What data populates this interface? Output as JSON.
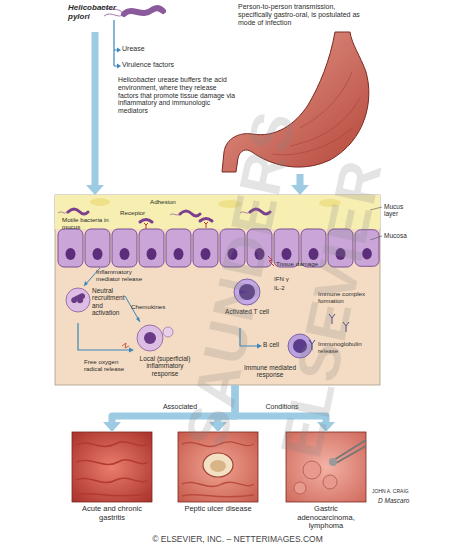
{
  "diagram": {
    "nodes": [
      {
        "text": [
          "Helicobacter pylori"
        ]
      },
      {
        "text": [
          "Person-to-person transmission, specifically gastro-oral, is postulated as mode of infection"
        ]
      },
      {
        "text": [
          "Mucus layer",
          "Mucosa"
        ]
      },
      {
        "text": [
          "Neutral recruitment and activation"
        ],
        "in": 2
      },
      {
        "text": [
          "Local (superficial) inflammatory response"
        ],
        "in": 2
      },
      {
        "text": [
          "Activated T cell"
        ],
        "in": 2
      },
      {
        "text": [
          "B cell"
        ],
        "in": 2
      },
      {
        "text": [
          "Acute and chronic gastritis"
        ]
      },
      {
        "text": [
          "Peptic ulcer disease"
        ]
      },
      {
        "text": [
          "Gastric adenocarcinoma, lymphoma"
        ]
      }
    ],
    "edges": [
      {
        "from": 0,
        "to": 2,
        "arrow": "to"
      },
      {
        "from": 1,
        "to": 2,
        "arrow": "to"
      },
      {
        "from": 3,
        "to": 4,
        "arrow": "to"
      },
      {
        "from": 5,
        "to": 6,
        "arrow": "to"
      },
      {
        "from": 2,
        "to": 7,
        "arrow": "to"
      },
      {
        "from": 2,
        "to": 8,
        "arrow": "to"
      },
      {
        "from": 2,
        "to": 9,
        "arrow": "to"
      }
    ],
    "labels": [
      "Urease",
      "Virulence factors",
      "Helicobacter urease buffers the acid environment, where they release factors that promote tissue damage via inflammatory and immunologic mediators",
      "Motile bacteria in mucus",
      "Adhesion",
      "Receptor",
      "Inflammatory mediator release",
      "Chemokines",
      "Free oxygen radical release",
      "Tissue damage",
      "IFN γ",
      "IL-2",
      "Immune complex formation",
      "Immunoglobulin release",
      "Immune mediated response",
      "Associated",
      "Conditions",
      "JOHN A. CRAIG",
      "D Mascaro",
      "© ELSEVIER, INC. – NETTERIMAGES.COM",
      "SAUNDERS",
      "ELSEVIER"
    ]
  }
}
